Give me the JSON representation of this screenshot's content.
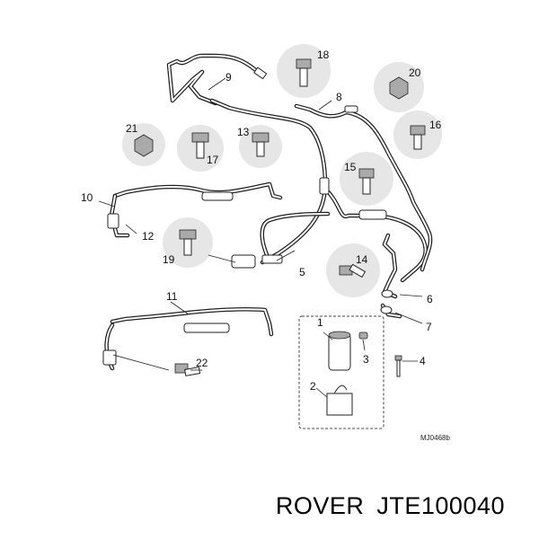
{
  "callouts": {
    "c1": "1",
    "c2": "2",
    "c3": "3",
    "c4": "4",
    "c5": "5",
    "c6": "6",
    "c7": "7",
    "c8": "8",
    "c9": "9",
    "c10": "10",
    "c11": "11",
    "c12": "12",
    "c13": "13",
    "c14": "14",
    "c15": "15",
    "c16": "16",
    "c17": "17",
    "c18": "18",
    "c19": "19",
    "c20": "20",
    "c21": "21",
    "c22": "22"
  },
  "diagram_code": "MJ0468b",
  "caption": {
    "brand": "ROVER",
    "part_number": "JTE100040"
  }
}
